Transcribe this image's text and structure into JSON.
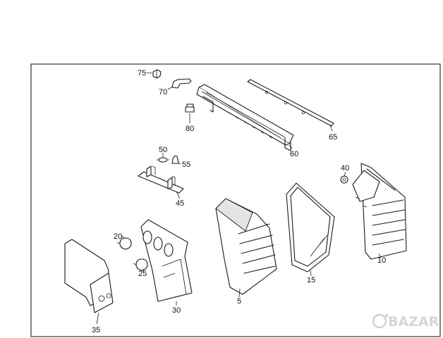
{
  "diagram": {
    "parts": [
      {
        "id": "75",
        "label": "75"
      },
      {
        "id": "70",
        "label": "70"
      },
      {
        "id": "80",
        "label": "80"
      },
      {
        "id": "60",
        "label": "60"
      },
      {
        "id": "65",
        "label": "65"
      },
      {
        "id": "50",
        "label": "50"
      },
      {
        "id": "55",
        "label": "55"
      },
      {
        "id": "45",
        "label": "45"
      },
      {
        "id": "40",
        "label": "40"
      },
      {
        "id": "10",
        "label": "10"
      },
      {
        "id": "20",
        "label": "20"
      },
      {
        "id": "25",
        "label": "25"
      },
      {
        "id": "30",
        "label": "30"
      },
      {
        "id": "35",
        "label": "35"
      },
      {
        "id": "5",
        "label": "5"
      },
      {
        "id": "15",
        "label": "15"
      }
    ]
  },
  "watermark": {
    "text": "BAZAR",
    "icon": "circle-arrow-logo-icon"
  },
  "colors": {
    "line": "#1a1a1a",
    "background": "#ffffff",
    "frame": "#333333"
  }
}
